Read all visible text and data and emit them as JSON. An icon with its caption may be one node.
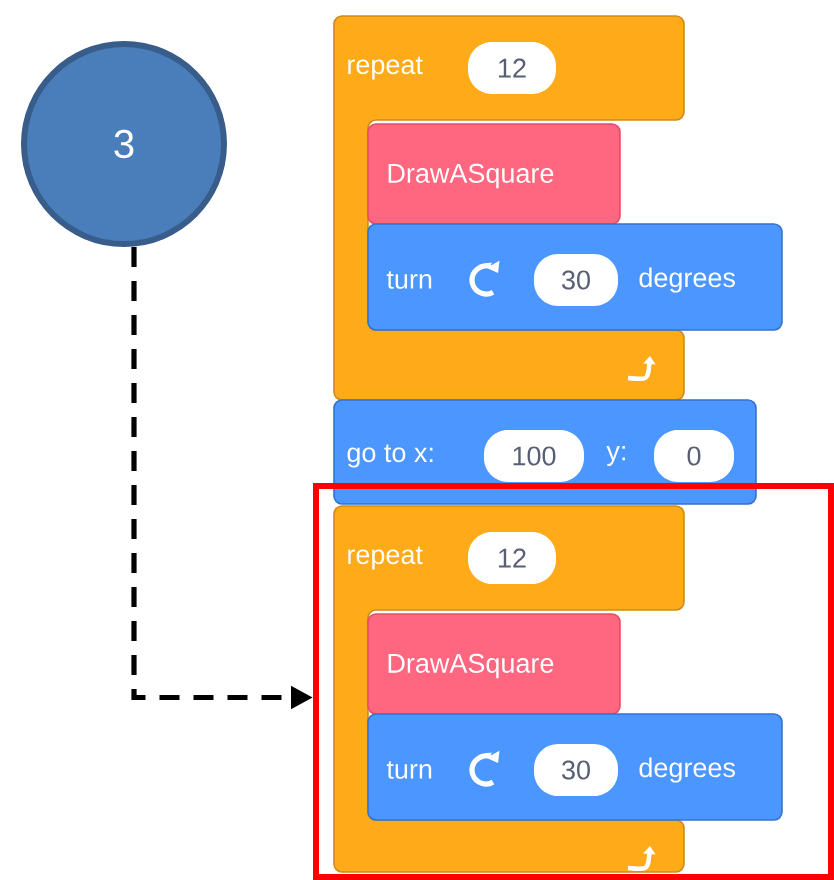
{
  "diagram": {
    "nodes": [
      {
        "text": [
          "3"
        ]
      },
      {
        "text": [
          "repeat",
          "12"
        ]
      },
      {
        "text": [
          "DrawASquare"
        ],
        "in": 1
      },
      {
        "text": [
          "turn",
          "30",
          "degrees"
        ]
      },
      {
        "text": [
          "go to x:",
          "100",
          "y:",
          "0"
        ]
      },
      {
        "text": [],
        "shape": "box"
      },
      {
        "text": [
          "repeat",
          "12"
        ],
        "in": 5
      },
      {
        "text": [
          "DrawASquare"
        ],
        "in": 6
      },
      {
        "text": [
          "turn",
          "30",
          "degrees"
        ],
        "in": 5
      }
    ],
    "edges": [
      {
        "from": 0,
        "to": 5,
        "arrow": "to",
        "style": "dashed"
      }
    ]
  }
}
